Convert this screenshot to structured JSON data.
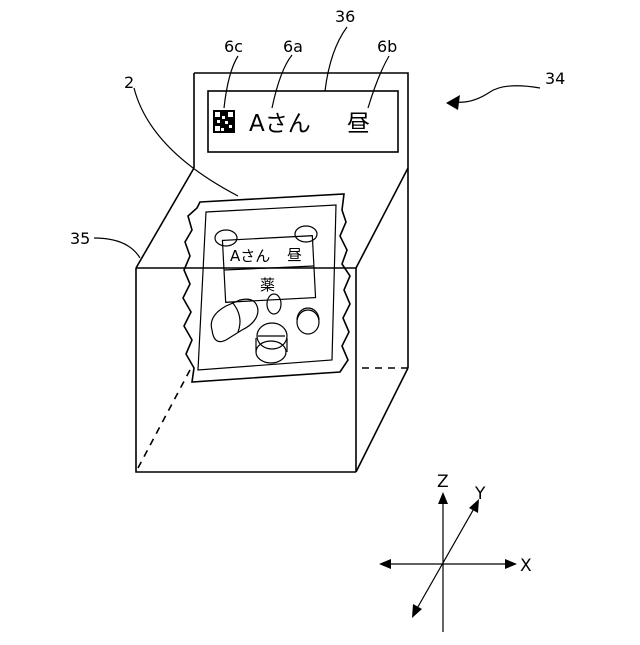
{
  "refs": {
    "r36": "36",
    "r6c": "6c",
    "r6a": "6a",
    "r6b": "6b",
    "r2": "2",
    "r34": "34",
    "r35": "35"
  },
  "top_label": {
    "name": "Aさん",
    "time": "昼"
  },
  "pouch_label": {
    "line1_name": "Aさん",
    "line1_time": "昼",
    "line2": "薬"
  },
  "axes": {
    "z": "Z",
    "y": "Y",
    "x": "X"
  }
}
